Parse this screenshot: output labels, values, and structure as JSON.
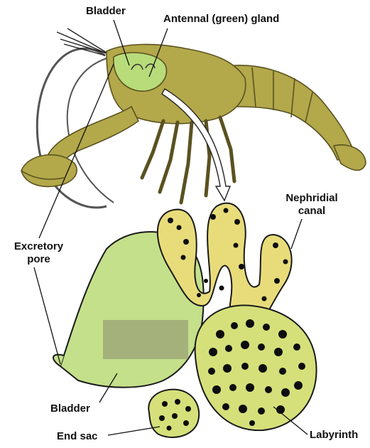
{
  "labels": {
    "bladder_top": "Bladder",
    "antennal_gland": "Antennal (green) gland",
    "nephridial_line1": "Nephridial",
    "nephridial_line2": "canal",
    "excretory_line1": "Excretory",
    "excretory_line2": "pore",
    "bladder_bottom": "Bladder",
    "end_sac": "End sac",
    "labyrinth": "Labyrinth"
  },
  "colors": {
    "crayfish_body": "#b3a84a",
    "crayfish_outline": "#5a5220",
    "gland_green": "#b8dc7a",
    "organ_fill": "#c4e08a",
    "labyrinth_cells": "#0d0d0d",
    "arrow_fill": "#ffffff",
    "leader_line": "#111111"
  }
}
